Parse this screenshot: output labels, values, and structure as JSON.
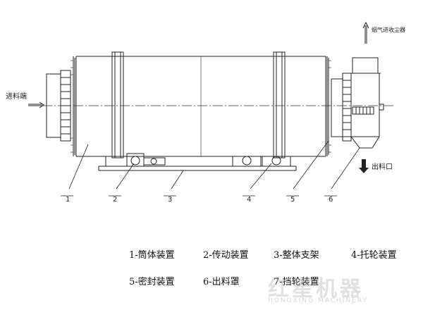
{
  "labels": {
    "inlet": "进料端",
    "outlet": "出料口",
    "exhaust": "烟气进收尘器"
  },
  "callouts": [
    "1",
    "2",
    "3",
    "4",
    "5",
    "6"
  ],
  "legend": [
    {
      "text": "1-筒体装置"
    },
    {
      "text": "2-传动装置"
    },
    {
      "text": "3-整体支架"
    },
    {
      "text": "4-托轮装置"
    },
    {
      "text": "5-密封装置"
    },
    {
      "text": "6-出料罩"
    },
    {
      "text": "7-挡轮装置"
    }
  ],
  "watermark": {
    "text": "红星机器",
    "sub": "HONGXING MACHINERY"
  }
}
